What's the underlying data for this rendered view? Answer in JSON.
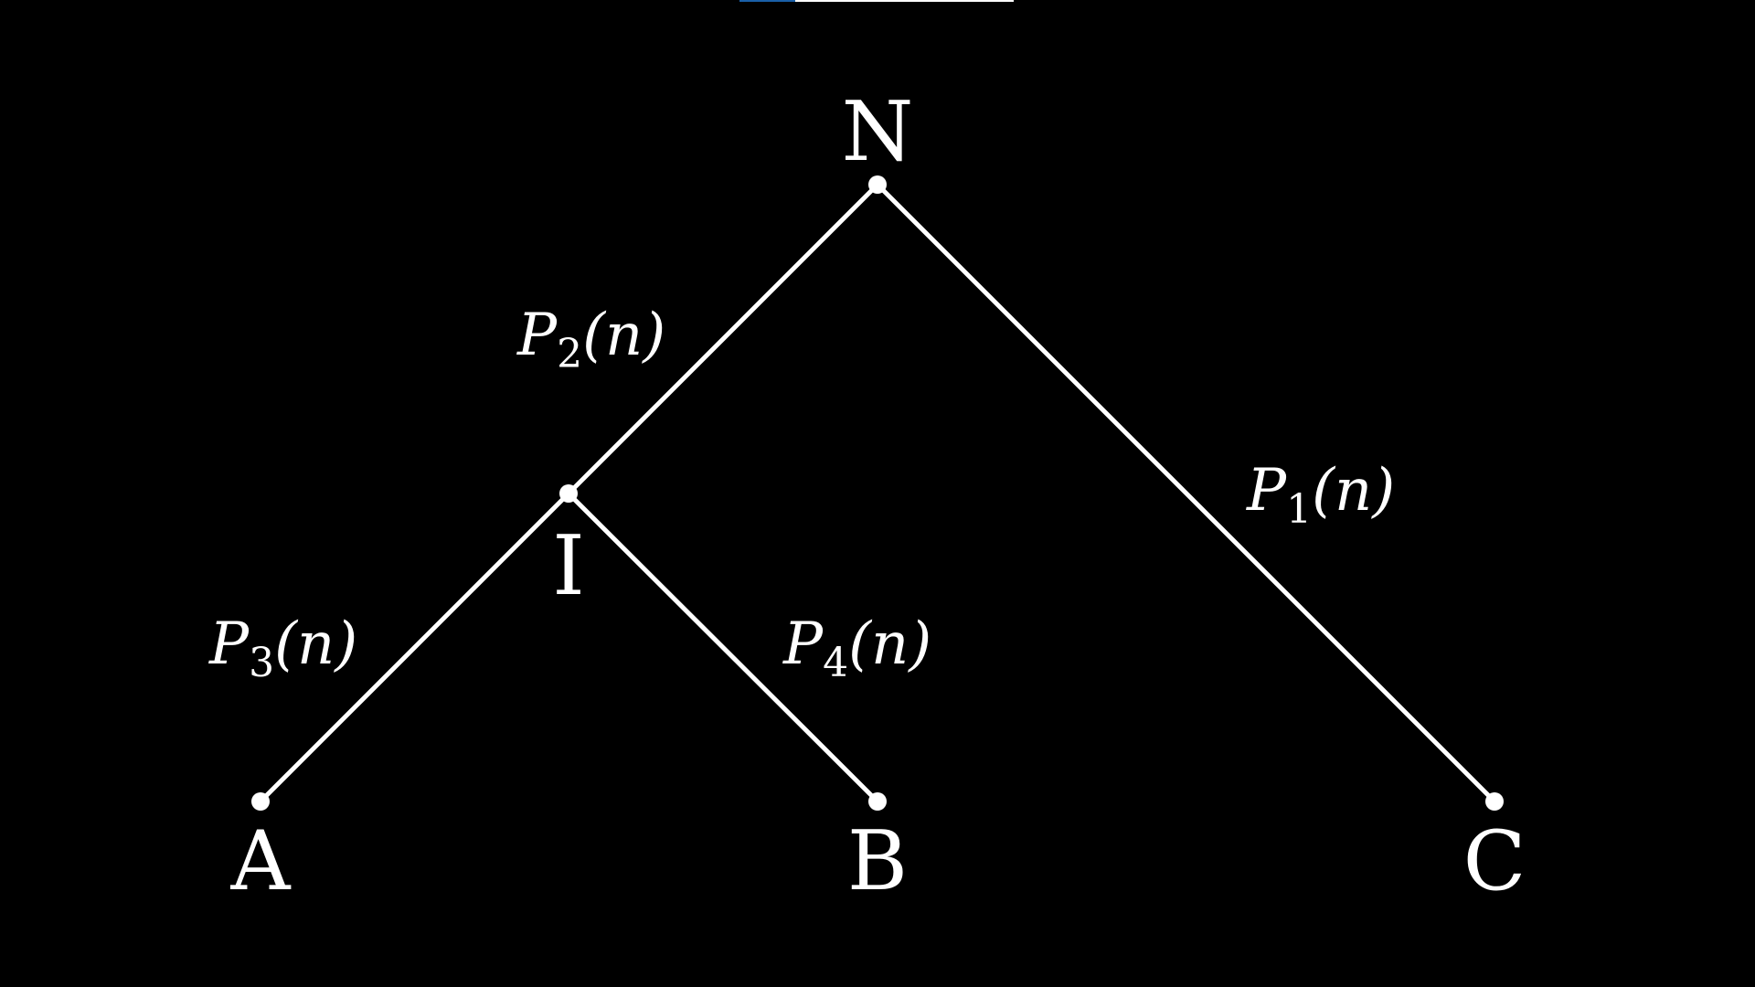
{
  "diagram": {
    "colors": {
      "background": "#000000",
      "foreground": "#ffffff",
      "accent": "#1a5fa8"
    },
    "nodes": {
      "root": "N",
      "internal": "I",
      "leaf_a": "A",
      "leaf_b": "B",
      "leaf_c": "C"
    },
    "edges": {
      "root_to_internal": {
        "prefix": "P",
        "sub": "2",
        "suffix": "(n)"
      },
      "root_to_c": {
        "prefix": "P",
        "sub": "1",
        "suffix": "(n)"
      },
      "internal_to_a": {
        "prefix": "P",
        "sub": "3",
        "suffix": "(n)"
      },
      "internal_to_b": {
        "prefix": "P",
        "sub": "4",
        "suffix": "(n)"
      }
    }
  }
}
